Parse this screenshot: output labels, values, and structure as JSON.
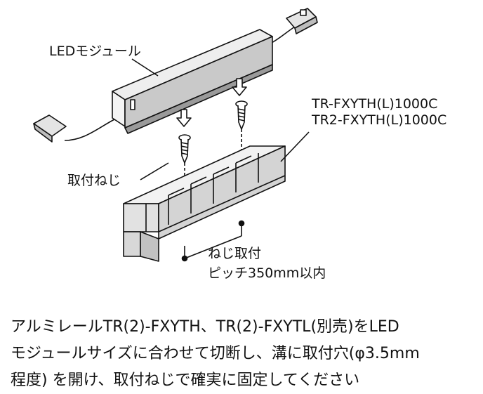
{
  "labels": {
    "led_module": "LEDモジュール",
    "model_1": "TR-FXYTH(L)1000C",
    "model_2": "TR2-FXYTH(L)1000C",
    "mounting_screw": "取付ねじ",
    "screw_pitch_1": "ねじ取付",
    "screw_pitch_2": "ピッチ350mm以内"
  },
  "caption": {
    "line1": "アルミレールTR(2)-FXYTH、TR(2)-FXYTL(別売)をLED",
    "line2": "モジュールサイズに合わせて切断し、溝に取付穴(φ3.5mm",
    "line3": "程度) を開け、取付ねじで確実に固定してください"
  },
  "colors": {
    "module_body": "#c9c9c9",
    "module_top": "#e6e6e6",
    "rail_fill": "#d4d4d4",
    "line": "#111111"
  }
}
